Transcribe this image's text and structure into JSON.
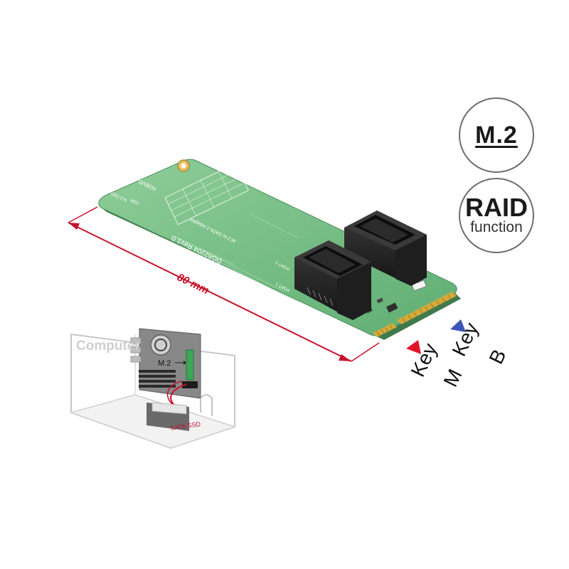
{
  "badges": {
    "m2": "M.2",
    "raid_main": "RAID",
    "raid_sub": "function"
  },
  "dimension": {
    "length_label": "80 mm"
  },
  "keys": {
    "key_m_word": "Key",
    "key_m_letter": "M",
    "key_b_word": "Key",
    "key_b_letter": "B"
  },
  "inset": {
    "computer_label": "Computer",
    "slot_label": "M.2",
    "ssd_label": "SATA SSD"
  },
  "pcb": {
    "model_label": "DG62204 Rev1.0",
    "title_label": "M.2 to SATA-2 Adapter",
    "brand_label": "H2BVD",
    "size_label": "2280",
    "ssd_tag": "M.2 SSD",
    "port1_label": "PORT 1",
    "port2_label": "PORT 2"
  },
  "colors": {
    "pcb_green": "#7cc08c",
    "key_m_arrow": "#e0152b",
    "key_b_arrow": "#3a56b8",
    "dimension_arrow": "#c8102e",
    "connector": "#2a2a2a",
    "gold": "#d4a93a"
  }
}
